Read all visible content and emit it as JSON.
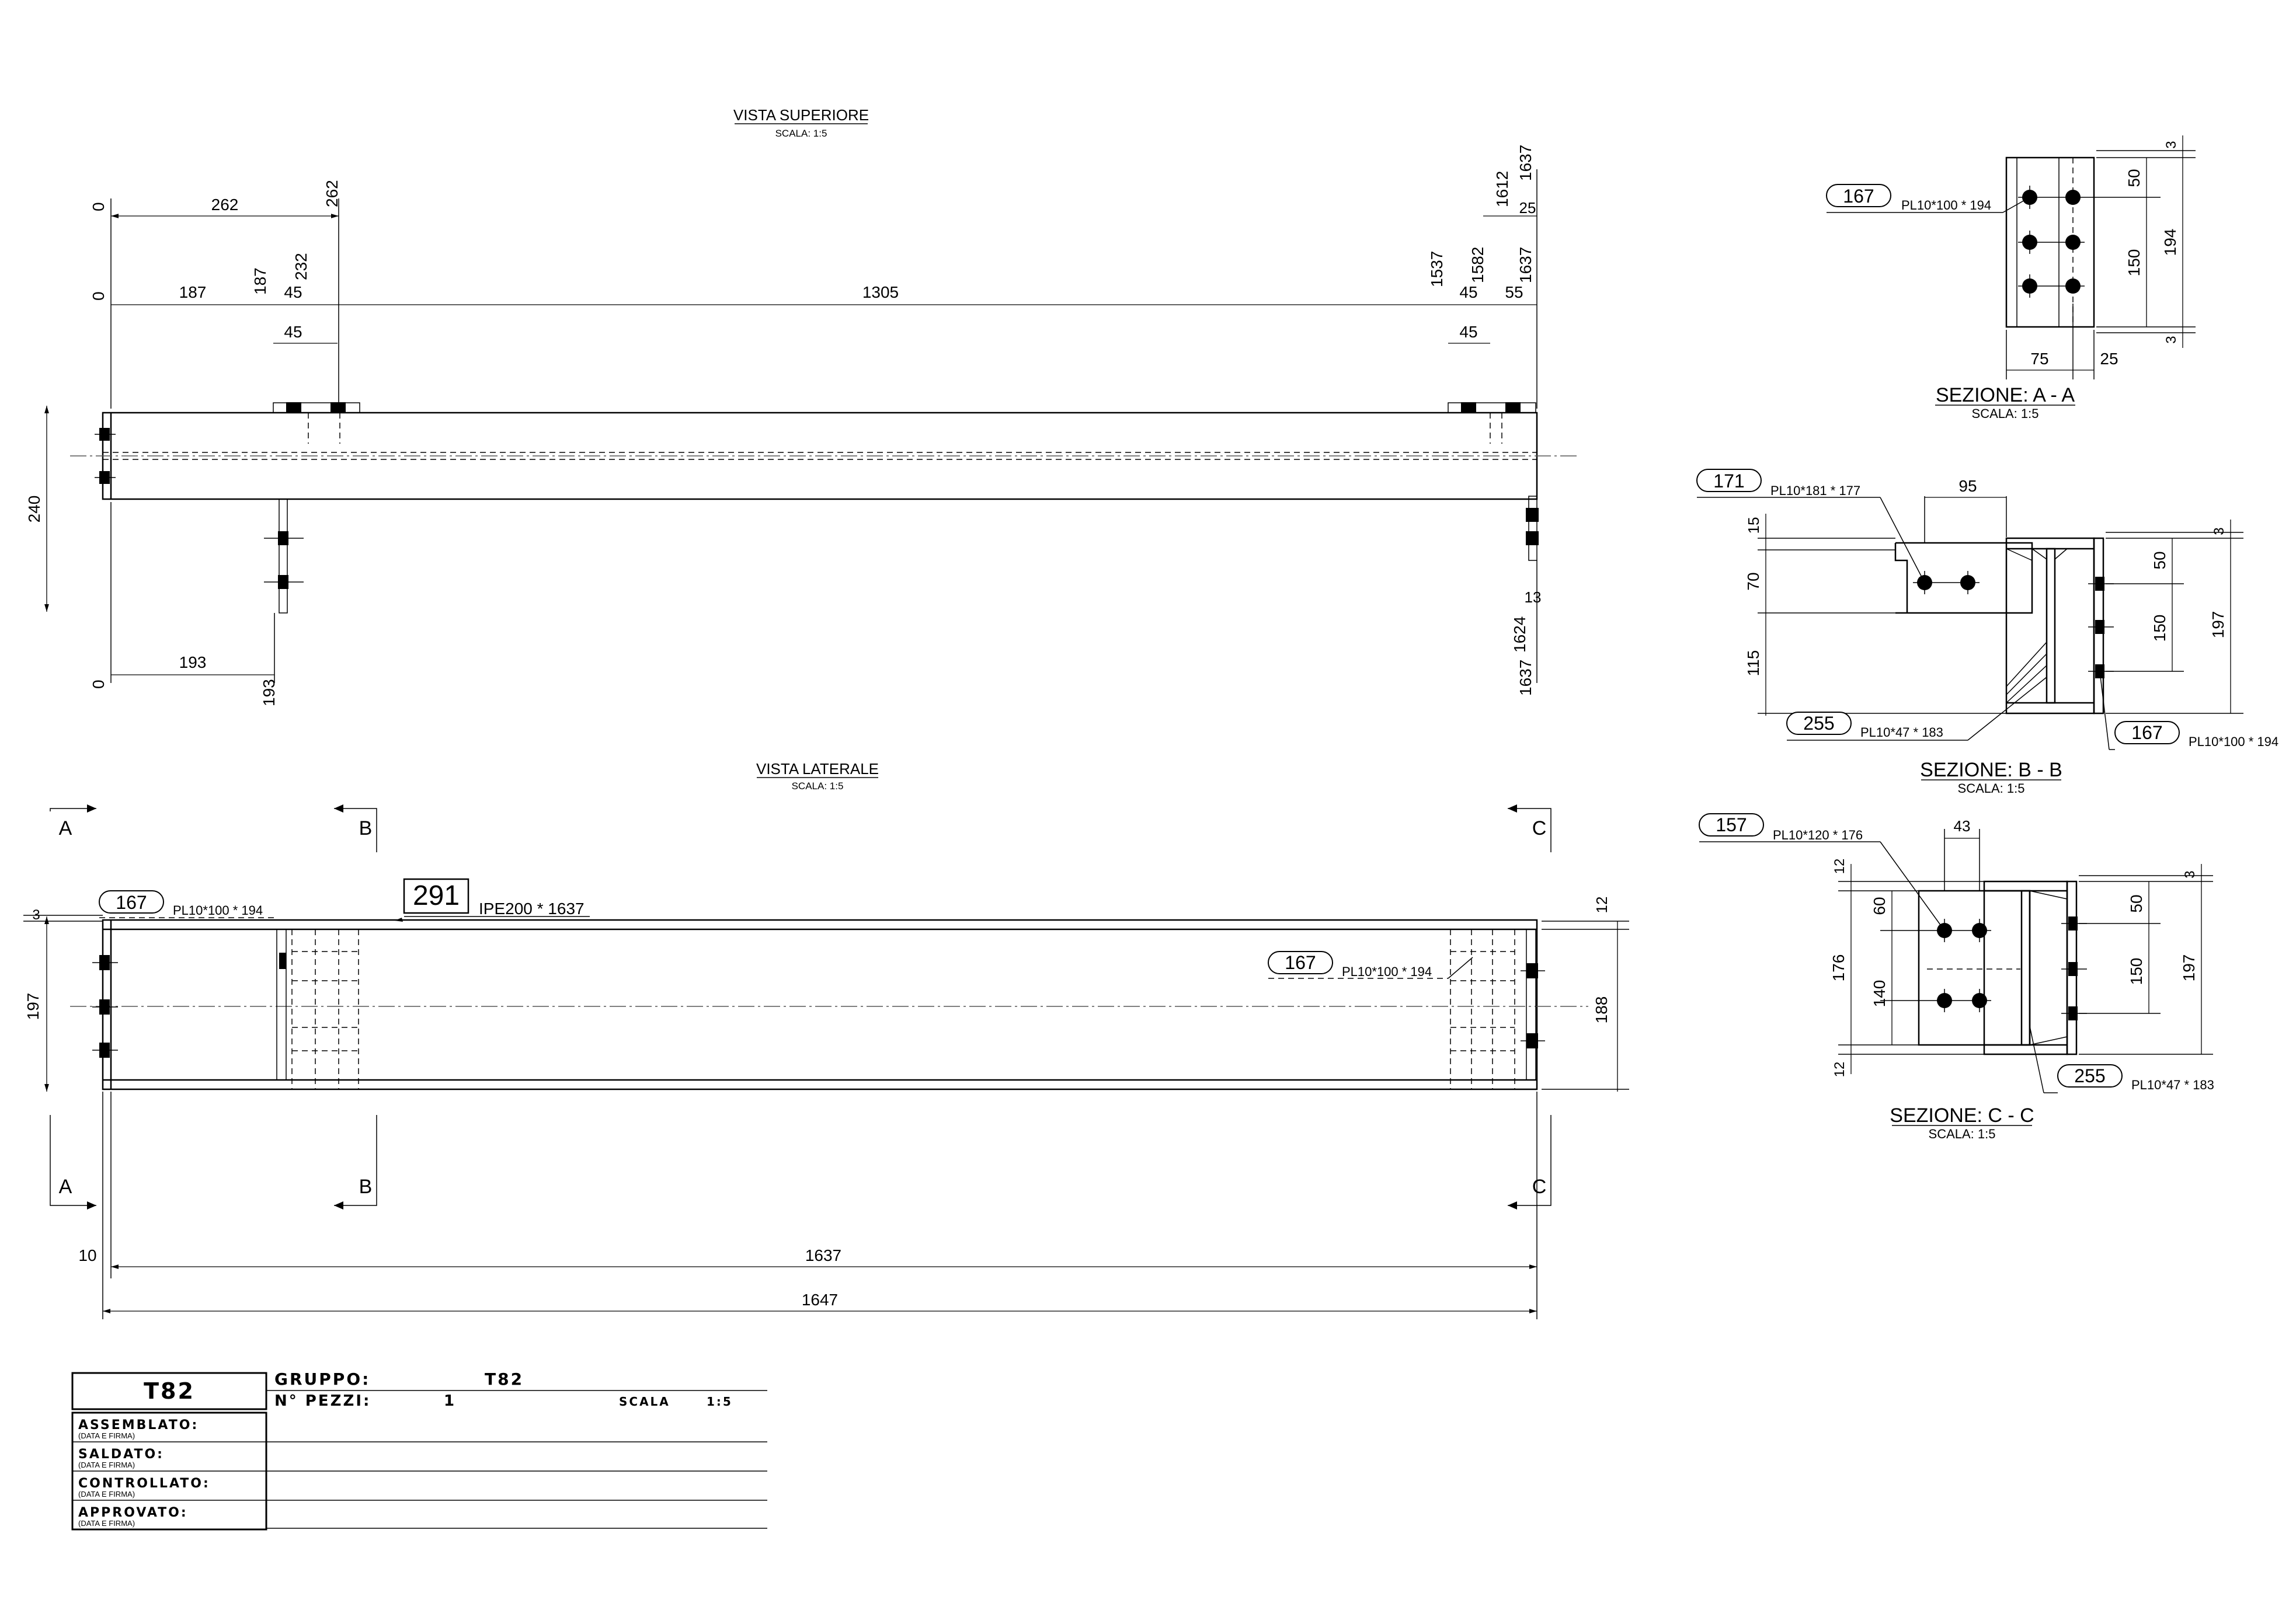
{
  "views": {
    "top": {
      "title": "VISTA SUPERIORE",
      "scale": "SCALA: 1:5"
    },
    "side": {
      "title": "VISTA LATERALE",
      "scale": "SCALA: 1:5"
    },
    "sec_a": {
      "title": "SEZIONE: A - A",
      "scale": "SCALA: 1:5"
    },
    "sec_b": {
      "title": "SEZIONE: B - B",
      "scale": "SCALA: 1:5"
    },
    "sec_c": {
      "title": "SEZIONE: C - C",
      "scale": "SCALA: 1:5"
    }
  },
  "top_dims": {
    "zero": "0",
    "d262": "262",
    "d187": "187",
    "d45": "45",
    "d232": "232",
    "d1305": "1305",
    "d1537": "1537",
    "d1582": "1582",
    "d1612": "1612",
    "d1637": "1637",
    "d25": "25",
    "d55": "55",
    "d240": "240",
    "d193": "193",
    "d13": "13",
    "d1624": "1624"
  },
  "side_dims": {
    "d3": "3",
    "d197": "197",
    "d12": "12",
    "d188": "188",
    "d10": "10",
    "d1637": "1637",
    "d1647": "1647"
  },
  "section_marks": {
    "a": "A",
    "b": "B",
    "c": "C"
  },
  "parts": {
    "p167": {
      "mark": "167",
      "desc": "PL10*100 * 194"
    },
    "p291": {
      "mark": "291",
      "desc": "IPE200 * 1637"
    },
    "p171": {
      "mark": "171",
      "desc": "PL10*181 * 177"
    },
    "p255": {
      "mark": "255",
      "desc": "PL10*47 * 183"
    },
    "p157": {
      "mark": "157",
      "desc": "PL10*120 * 176"
    }
  },
  "sec_a_dims": {
    "d3": "3",
    "d50": "50",
    "d194": "194",
    "d150": "150",
    "d75": "75",
    "d25": "25"
  },
  "sec_b_dims": {
    "d95": "95",
    "d15": "15",
    "d70": "70",
    "d115": "115",
    "d3": "3",
    "d50": "50",
    "d150": "150",
    "d197": "197"
  },
  "sec_c_dims": {
    "d43": "43",
    "d12": "12",
    "d60": "60",
    "d176": "176",
    "d140": "140",
    "d3": "3",
    "d50": "50",
    "d150": "150",
    "d197": "197"
  },
  "title_block": {
    "code": "T82",
    "group_label": "GRUPPO:",
    "group_value": "T82",
    "pieces_label": "N° PEZZI:",
    "pieces_value": "1",
    "scale_label": "SCALA",
    "scale_value": "1:5",
    "rows": [
      {
        "label": "ASSEMBLATO:",
        "sub": "(DATA E FIRMA)"
      },
      {
        "label": "SALDATO:",
        "sub": "(DATA E FIRMA)"
      },
      {
        "label": "CONTROLLATO:",
        "sub": "(DATA E FIRMA)"
      },
      {
        "label": "APPROVATO:",
        "sub": "(DATA E FIRMA)"
      }
    ]
  }
}
